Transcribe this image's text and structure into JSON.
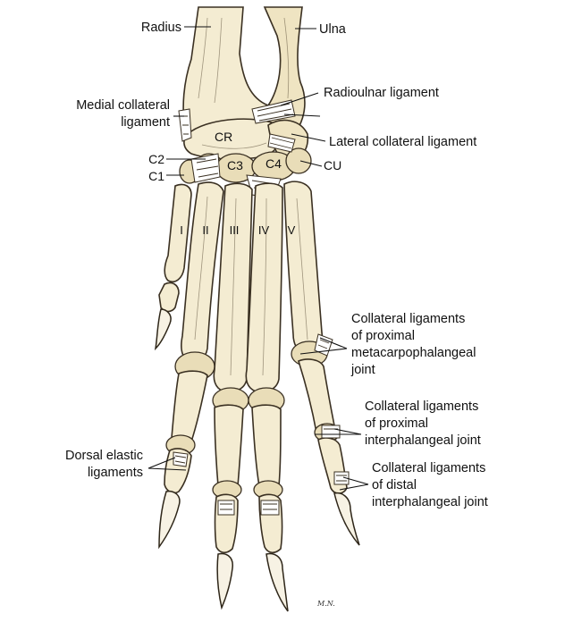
{
  "labels": {
    "radius": "Radius",
    "ulna": "Ulna",
    "radioulnar_ligament": "Radioulnar ligament",
    "medial_collateral_ligament_line1": "Medial collateral",
    "medial_collateral_ligament_line2": "ligament",
    "lateral_collateral_ligament": "Lateral collateral ligament",
    "cr": "CR",
    "c2": "C2",
    "c1": "C1",
    "c3": "C3",
    "c4": "C4",
    "cu": "CU",
    "digit_i": "I",
    "digit_ii": "II",
    "digit_iii": "III",
    "digit_iv": "IV",
    "digit_v": "V",
    "coll_mcp_line1": "Collateral ligaments",
    "coll_mcp_line2": "of proximal",
    "coll_mcp_line3": "metacarpophalangeal",
    "coll_mcp_line4": "joint",
    "coll_pip_line1": "Collateral ligaments",
    "coll_pip_line2": "of proximal",
    "coll_pip_line3": "interphalangeal joint",
    "coll_dip_line1": "Collateral ligaments",
    "coll_dip_line2": "of distal",
    "coll_dip_line3": "interphalangeal joint",
    "dorsal_elastic_line1": "Dorsal elastic",
    "dorsal_elastic_line2": "ligaments"
  },
  "artist_initials": "M.N.",
  "colors": {
    "bone_fill": "#f4ecd2",
    "outline": "#3a3022",
    "background": "#ffffff"
  }
}
